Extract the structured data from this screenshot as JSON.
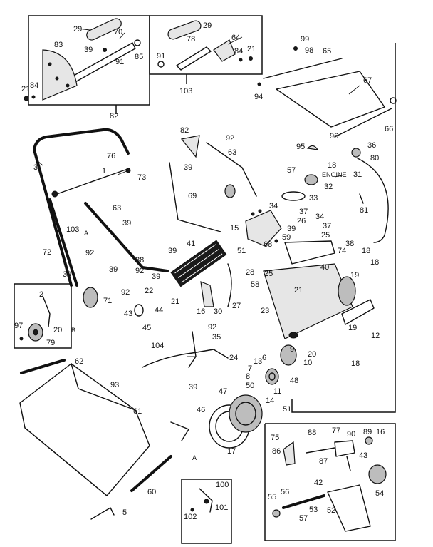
{
  "labels": {
    "l29a": "29",
    "l70": "70",
    "l83": "83",
    "l39a": "39",
    "l85": "85",
    "l91a": "91",
    "l21a": "21",
    "l84a": "84",
    "l82a": "82",
    "l29b": "29",
    "l78": "78",
    "l64": "64",
    "l91b": "91",
    "l84b": "84",
    "l21b": "21",
    "l103a": "103",
    "l99": "99",
    "l98": "98",
    "l65": "65",
    "l94": "94",
    "l67": "67",
    "l66": "66",
    "l96": "96",
    "l95": "95",
    "l36": "36",
    "l80": "80",
    "l18a": "18",
    "engine": "ENGINE",
    "l31": "31",
    "l57a": "57",
    "l32": "32",
    "l33": "33",
    "l81": "81",
    "l82b": "82",
    "l92a": "92",
    "l63a": "63",
    "l39b": "39",
    "l69": "69",
    "l3": "3",
    "l76": "76",
    "l1": "1",
    "l73": "73",
    "l63b": "63",
    "l103b": "103",
    "l39c": "39",
    "l72": "72",
    "l92b": "92",
    "l88a": "88",
    "l39d": "39",
    "l39e": "39",
    "l39f": "39",
    "l92c": "92",
    "l92d": "92",
    "l22": "22",
    "l71": "71",
    "l43a": "43",
    "l45": "45",
    "l44": "44",
    "l21c": "21",
    "l16a": "16",
    "l30": "30",
    "l41": "41",
    "l15": "15",
    "l51a": "51",
    "l28": "28",
    "l25a": "25",
    "l27": "27",
    "l58": "58",
    "l23": "23",
    "l21d": "21",
    "l34a": "34",
    "l37a": "37",
    "l26": "26",
    "l34b": "34",
    "l37b": "37",
    "l39g": "39",
    "l59": "59",
    "l68": "68",
    "l25b": "25",
    "l38": "38",
    "l74": "74",
    "l18b": "18",
    "l18c": "18",
    "l19a": "19",
    "l40": "40",
    "l19b": "19",
    "l12": "12",
    "l18d": "18",
    "l2": "2",
    "l97": "97",
    "l79": "79",
    "l20a": "20",
    "l92e": "92",
    "l35": "35",
    "l104": "104",
    "l24": "24",
    "l39h": "39",
    "l9": "9",
    "l20b": "20",
    "l10": "10",
    "l7": "7",
    "l13": "13",
    "l6": "6",
    "l8": "8",
    "l48": "48",
    "l50": "50",
    "l11": "11",
    "l14": "14",
    "l47": "47",
    "l46": "46",
    "l17": "17",
    "l62": "62",
    "l93": "93",
    "l61": "61",
    "l60": "60",
    "l5": "5",
    "l100": "100",
    "l101": "101",
    "l102": "102",
    "l51b": "51",
    "l75": "75",
    "l88b": "88",
    "l77": "77",
    "l90": "90",
    "l89": "89",
    "l16b": "16",
    "l86": "86",
    "l87": "87",
    "l43b": "43",
    "l42": "42",
    "l55": "55",
    "l56": "56",
    "l53": "53",
    "l57b": "57",
    "l52": "52",
    "l54": "54",
    "a1": "A",
    "a2": "A",
    "b1": "B"
  },
  "colors": {
    "ink": "#111111",
    "paper": "#ffffff"
  }
}
